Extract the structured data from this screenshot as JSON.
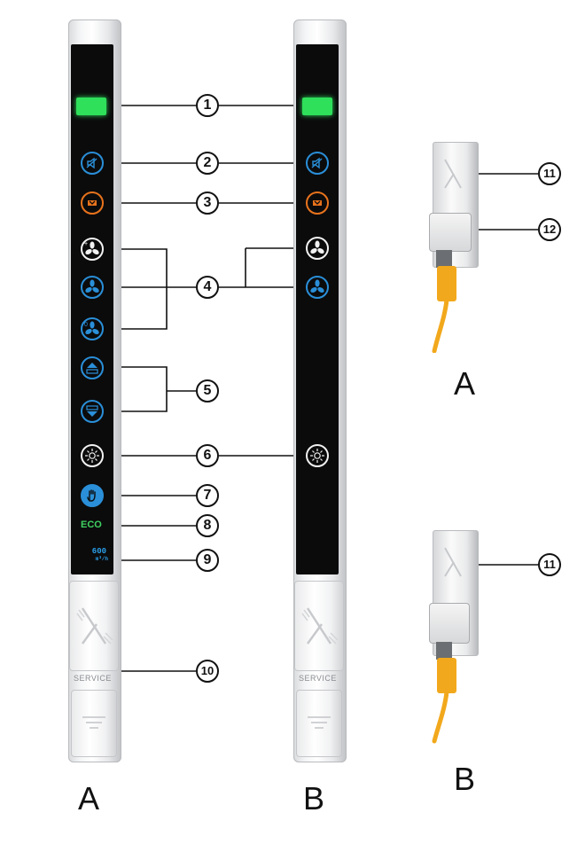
{
  "callouts": {
    "c1": "1",
    "c2": "2",
    "c3": "3",
    "c4": "4",
    "c5": "5",
    "c6": "6",
    "c7": "7",
    "c8": "8",
    "c9": "9",
    "c10": "10",
    "c11": "11",
    "c12": "12"
  },
  "panel_labels": {
    "a": "A",
    "b": "B"
  },
  "connector_labels": {
    "a": "A",
    "b": "B"
  },
  "display": {
    "eco_text": "ECO",
    "flow_value": "600",
    "flow_unit": "m³/h"
  },
  "service_label": "SERVICE",
  "colors": {
    "status_led": "#2ee05a",
    "button_blue": "#2a8fd8",
    "button_orange": "#e8731c",
    "button_white": "#f2f2f2",
    "eco_green": "#3fd160",
    "cable_yellow": "#f2a81c"
  },
  "icons": {
    "led": "status-led",
    "mute": "speaker-mute-icon",
    "filter": "filter-alert-icon",
    "fan_plus": "fan-boost-icon",
    "fan": "fan-icon",
    "fan_zero": "fan-off-icon",
    "up": "arrow-up-icon",
    "down": "arrow-down-icon",
    "light": "light-icon",
    "hand": "hand-stop-icon"
  }
}
